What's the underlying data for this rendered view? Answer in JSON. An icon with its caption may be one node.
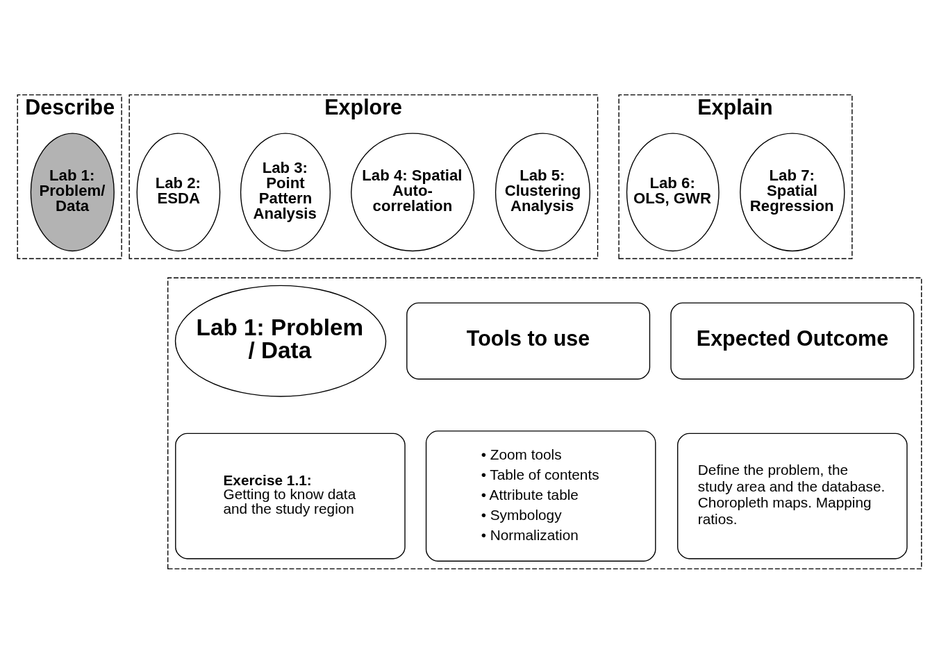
{
  "diagram": {
    "nodes": [
      {
        "text": [
          "Describe"
        ]
      },
      {
        "text": [
          "Lab 1: Problem/ Data"
        ],
        "in": 0
      },
      {
        "text": [
          "Explore"
        ]
      },
      {
        "text": [
          "Lab 2: ESDA"
        ],
        "in": 2
      },
      {
        "text": [
          "Lab 3: Point Pattern Analysis"
        ],
        "in": 2
      },
      {
        "text": [
          "Lab 4: Spatial Auto-correlation"
        ],
        "in": 2
      },
      {
        "text": [
          "Lab 5: Clustering Analysis"
        ],
        "in": 2
      },
      {
        "text": [
          "Explain"
        ]
      },
      {
        "text": [
          "Lab 6: OLS, GWR"
        ],
        "in": 7
      },
      {
        "text": [
          "Lab 7: Spatial Regression"
        ],
        "in": 7
      },
      {
        "text": [],
        "shape": "box"
      },
      {
        "text": [
          "Lab 1: Problem / Data"
        ],
        "in": 10
      },
      {
        "text": [
          "Tools to use"
        ],
        "in": 10
      },
      {
        "text": [
          "Expected Outcome"
        ],
        "in": 10
      },
      {
        "text": [
          "Exercise 1.1:",
          "Getting to know data and the study region"
        ],
        "in": 10
      },
      {
        "text": [
          "• Zoom tools",
          "• Table of contents",
          "• Attribute table",
          "• Symbology",
          "• Normalization"
        ],
        "in": 10
      },
      {
        "text": [
          "Define the problem, the study area and the database. Choropleth maps. Mapping ratios."
        ],
        "in": 10
      }
    ],
    "edges": []
  }
}
